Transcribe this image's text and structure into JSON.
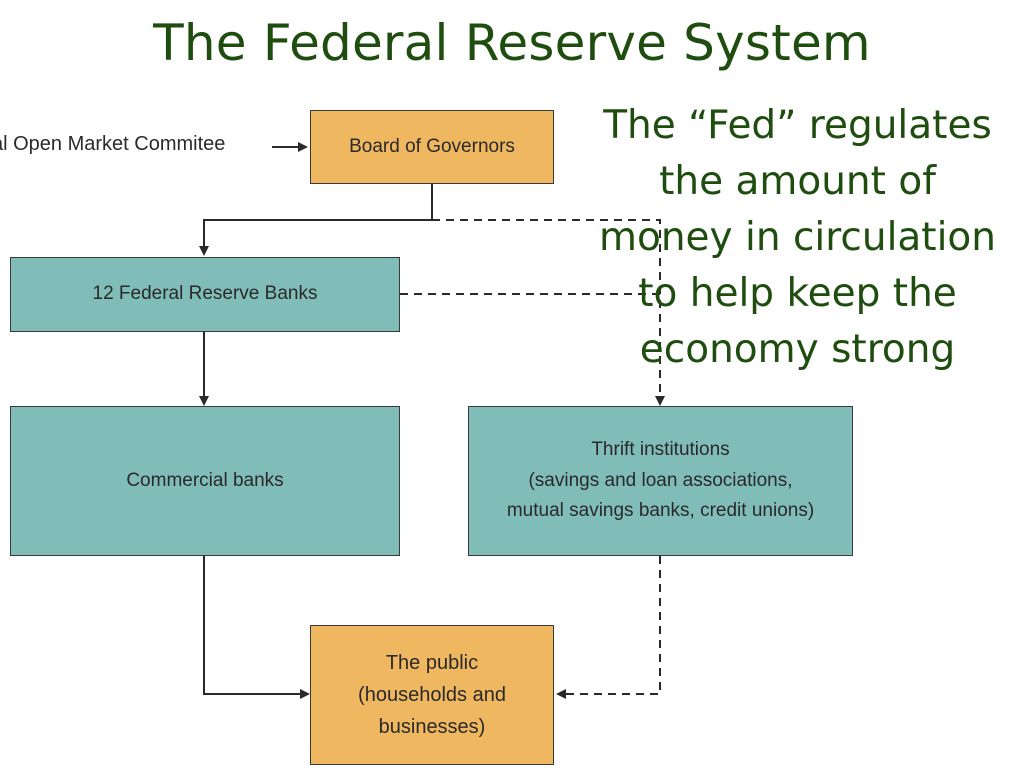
{
  "title": "The Federal Reserve System",
  "fomc_label": "al Open Market Commitee",
  "boxes": {
    "board": "Board of Governors",
    "reserve_banks": "12 Federal Reserve Banks",
    "commercial": "Commercial banks",
    "thrift": [
      "Thrift institutions",
      "(savings and loan associations,",
      "mutual savings banks, credit unions)"
    ],
    "public": [
      "The public",
      "(households and",
      "businesses)"
    ]
  },
  "callout": [
    "The “Fed” regulates",
    "the amount of",
    "money in circulation",
    "to help keep the",
    "economy strong"
  ],
  "colors": {
    "title_green": "#1f4d0f",
    "teal_box": "#80bcb8",
    "orange_box": "#efb760",
    "line": "#2a2a2a"
  }
}
